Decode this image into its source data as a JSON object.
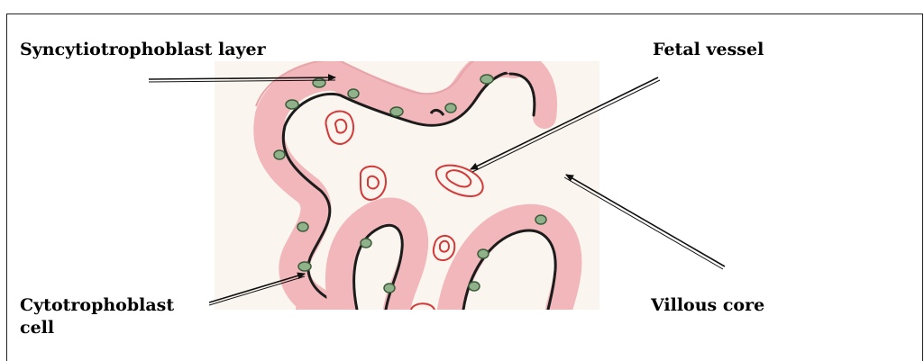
{
  "labels": {
    "syncytiotrophoblast": "Syncytiotrophoblast layer",
    "fetal_vessel": "Fetal vessel",
    "cytotrophoblast_line1": "Cytotrophoblast",
    "cytotrophoblast_line2": "cell",
    "villous_core": "Villous core"
  },
  "colors": {
    "core": "#faf5ee",
    "syncytium": "#f2b7bb",
    "border": "#1c1c1c",
    "nucleus": "#8fb28a",
    "vessel": "#d23a3a",
    "arrow": "#111111"
  }
}
